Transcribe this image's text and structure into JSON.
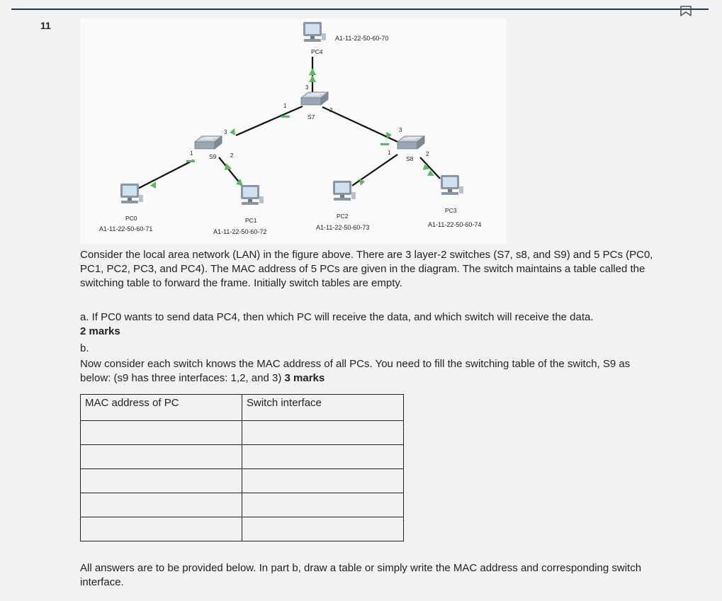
{
  "question": {
    "number": "11",
    "intro": "Consider the local area network (LAN) in the figure above. There are 3 layer-2 switches (S7, s8, and S9) and 5 PCs (PC0, PC1, PC2, PC3, and PC4). The MAC address of 5 PCs are given in the diagram. The switch maintains a table called the switching table to forward the frame. Initially switch tables are empty.",
    "part_a": "a. If PC0 wants to send data PC4, then which PC will receive the data, and which switch will receive the data.",
    "part_a_marks": "2 marks",
    "part_b_label": "b.",
    "part_b": "Now consider each switch knows the MAC address of all PCs. You need to fill the switching table of the switch, S9 as below: (s9 has three interfaces: 1,2, and 3)",
    "part_b_marks": "3 marks",
    "footer": "All answers are to be provided below. In part b, draw a table or simply write the MAC address and corresponding switch interface."
  },
  "diagram": {
    "switches": [
      {
        "name": "S7",
        "ports": [
          "1",
          "2",
          "3"
        ]
      },
      {
        "name": "S9",
        "ports": [
          "1",
          "2",
          "3"
        ]
      },
      {
        "name": "S8",
        "ports": [
          "1",
          "2",
          "3"
        ]
      }
    ],
    "pcs": [
      {
        "name": "PC0",
        "mac": "A1-11-22-50-60-71"
      },
      {
        "name": "PC1",
        "mac": "A1-11-22-50-60-72"
      },
      {
        "name": "PC2",
        "mac": "A1-11-22-50-60-73"
      },
      {
        "name": "PC3",
        "mac": "A1-11-22-50-60-74"
      },
      {
        "name": "PC4",
        "mac": "A1-11-22-50-60-70"
      }
    ],
    "colors": {
      "link": "#111111",
      "port_up": "#5cb85c",
      "device_body": "#7f8a96"
    }
  },
  "table": {
    "headers": [
      "MAC address of PC",
      "Switch interface"
    ],
    "rows": [
      [
        "",
        ""
      ],
      [
        "",
        ""
      ],
      [
        "",
        ""
      ],
      [
        "",
        ""
      ],
      [
        "",
        ""
      ]
    ]
  },
  "icons": {
    "flag": "flag-icon"
  }
}
